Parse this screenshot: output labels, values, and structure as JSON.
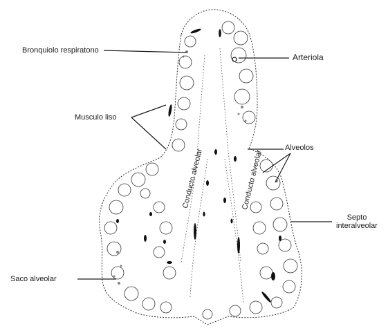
{
  "labels": {
    "bronquiolo": "Bronquiolo respiratono",
    "arteriola": "Arteriola",
    "musculo": "Musculo liso",
    "alveolos": "Alveolos",
    "septo_line1": "Septo",
    "septo_line2": "interalveolar",
    "saco": "Saco alveolar",
    "conducto_left": "Conducto alveolar",
    "conducto_right": "Conducto alveolar"
  },
  "colors": {
    "ink": "#1a1a1a",
    "background": "#ffffff"
  }
}
